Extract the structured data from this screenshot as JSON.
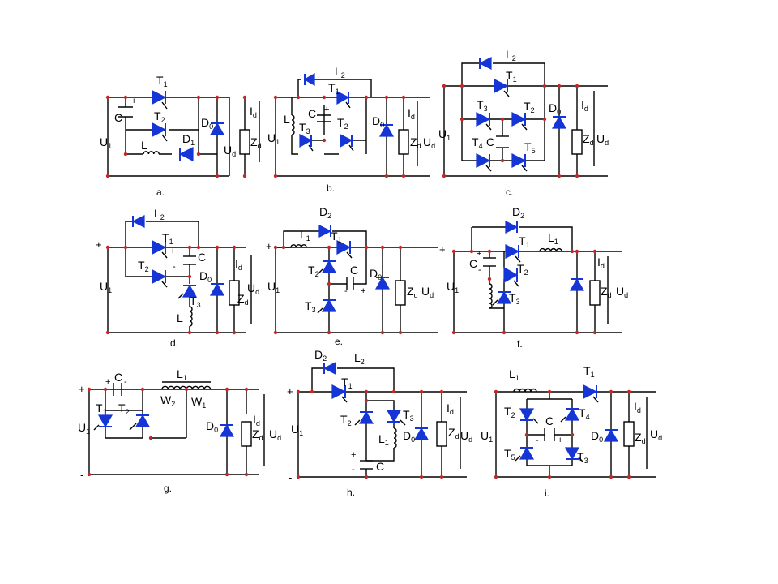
{
  "figure": {
    "panels": [
      {
        "id": "a",
        "caption": "a.",
        "labels": {
          "U1": "U",
          "U1s": "1",
          "C": "C",
          "T1": "T",
          "T1s": "1",
          "T2": "T",
          "T2s": "2",
          "L": "L",
          "D1": "D",
          "D1s": "1",
          "D0": "D",
          "D0s": "0",
          "Id": "I",
          "Ids": "d",
          "Ud": "U",
          "Uds": "d",
          "Zd": "Z",
          "Zds": "d",
          "plus": "+"
        }
      },
      {
        "id": "b",
        "caption": "b.",
        "labels": {
          "U1": "U",
          "U1s": "1",
          "L": "L",
          "C": "C",
          "L2": "L",
          "L2s": "2",
          "T1": "T",
          "T1s": "1",
          "T2": "T",
          "T2s": "2",
          "T3": "T",
          "T3s": "3",
          "D0": "D",
          "D0s": "0",
          "Id": "I",
          "Ids": "d",
          "Zd": "Z",
          "Zds": "d",
          "Ud": "U",
          "Uds": "d",
          "plus": "+"
        }
      },
      {
        "id": "c",
        "caption": "c.",
        "labels": {
          "U1": "U",
          "U1s": "1",
          "L2": "L",
          "L2s": "2",
          "T1": "T",
          "T1s": "1",
          "T2": "T",
          "T2s": "2",
          "T3": "T",
          "T3s": "3",
          "T4": "T",
          "T4s": "4",
          "T5": "T",
          "T5s": "5",
          "C": "C",
          "D0": "D",
          "D0s": "0",
          "Id": "I",
          "Ids": "d",
          "Zd": "Z",
          "Zds": "d",
          "Ud": "U",
          "Uds": "d"
        }
      },
      {
        "id": "d",
        "caption": "d.",
        "labels": {
          "U1": "U",
          "U1s": "1",
          "L2": "L",
          "L2s": "2",
          "T1": "T",
          "T1s": "1",
          "T2": "T",
          "T2s": "2",
          "T3": "T",
          "T3s": "3",
          "C": "C",
          "L": "L",
          "D0": "D",
          "D0s": "0",
          "Id": "I",
          "Ids": "d",
          "Zd": "Z",
          "Zds": "d",
          "Ud": "U",
          "Uds": "d",
          "plus": "+",
          "minus": "-"
        }
      },
      {
        "id": "e",
        "caption": "e.",
        "labels": {
          "U1": "U",
          "U1s": "1",
          "D2": "D",
          "D2s": "2",
          "L1": "L",
          "L1s": "1",
          "T1": "T",
          "T1s": "1",
          "T2": "T",
          "T2s": "2",
          "T3": "T",
          "T3s": "3",
          "C": "C",
          "D0": "D",
          "D0s": "0",
          "Zd": "Z",
          "Zds": "d",
          "Ud": "U",
          "Uds": "d",
          "plus": "+",
          "minus": "-"
        }
      },
      {
        "id": "f",
        "caption": "f.",
        "labels": {
          "U1": "U",
          "U1s": "1",
          "D2": "D",
          "D2s": "2",
          "L1": "L",
          "L1s": "1",
          "T1": "T",
          "T1s": "1",
          "T2": "T",
          "T2s": "2",
          "T3": "T",
          "T3s": "3",
          "C": "C",
          "Id": "I",
          "Ids": "d",
          "Zd": "Z",
          "Zds": "d",
          "Ud": "U",
          "Uds": "d",
          "plus": "+",
          "minus": "-"
        }
      },
      {
        "id": "g",
        "caption": "g.",
        "labels": {
          "U1": "U",
          "U1s": "1",
          "C": "C",
          "L1": "L",
          "L1s": "1",
          "W1": "W",
          "W1s": "1",
          "W2": "W",
          "W2s": "2",
          "T1": "T",
          "T1s": "1",
          "T2": "T",
          "T2s": "2",
          "D0": "D",
          "D0s": "0",
          "Id": "I",
          "Ids": "d",
          "Zd": "Z",
          "Zds": "d",
          "Ud": "U",
          "Uds": "d",
          "plus": "+",
          "minus": "-"
        }
      },
      {
        "id": "h",
        "caption": "h.",
        "labels": {
          "U1": "U",
          "U1s": "1",
          "D2": "D",
          "D2s": "2",
          "L2": "L",
          "L2s": "2",
          "T1": "T",
          "T1s": "1",
          "T2": "T",
          "T2s": "2",
          "T3": "T",
          "T3s": "3",
          "L1": "L",
          "L1s": "1",
          "C": "C",
          "D0": "D",
          "D0s": "0",
          "Id": "I",
          "Ids": "d",
          "Zd": "Z",
          "Zds": "d",
          "Ud": "U",
          "Uds": "d",
          "plus": "+",
          "minus": "-"
        }
      },
      {
        "id": "i",
        "caption": "i.",
        "labels": {
          "U1": "U",
          "U1s": "1",
          "L1": "L",
          "L1s": "1",
          "T1": "T",
          "T1s": "1",
          "T2": "T",
          "T2s": "2",
          "T3": "T",
          "T3s": "3",
          "T4": "T",
          "T4s": "4",
          "T5": "T",
          "T5s": "5",
          "C": "C",
          "D0": "D",
          "D0s": "0",
          "Id": "I",
          "Ids": "d",
          "Zd": "Z",
          "Zds": "d",
          "Ud": "U",
          "Uds": "d",
          "plus": "+",
          "minus": "-"
        }
      }
    ]
  },
  "colors": {
    "wire": "#000000",
    "device": "#1535d6",
    "node": "#c0282a",
    "background": "#ffffff"
  }
}
